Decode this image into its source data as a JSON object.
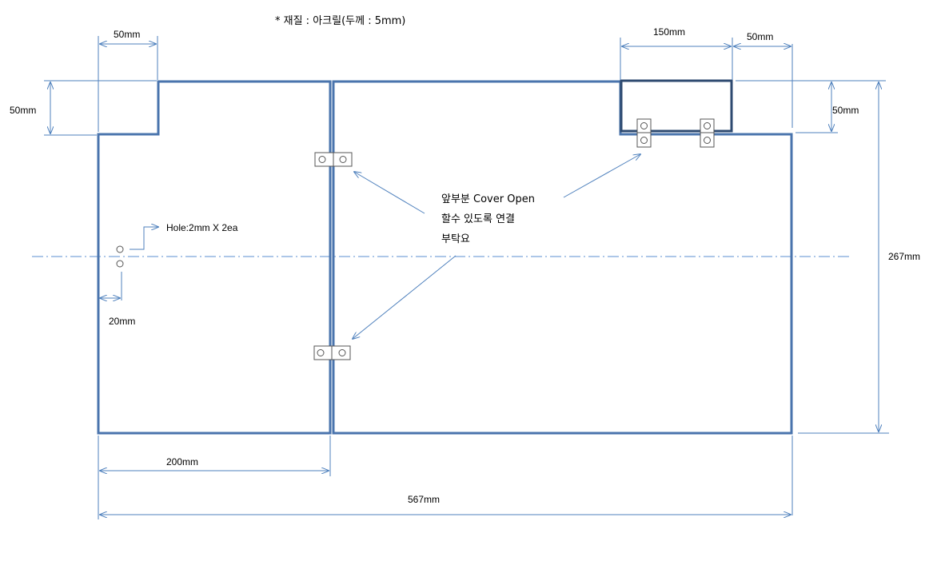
{
  "material_note": "* 재질 : 아크릴(두께 : 5mm)",
  "dimensions": {
    "tab_width_left": "50mm",
    "tab_height_left": "50mm",
    "notch_width": "150mm",
    "tab_width_right": "50mm",
    "notch_height_right": "50mm",
    "total_height": "267mm",
    "left_panel_width": "200mm",
    "total_width": "567mm",
    "hole_offset": "20mm"
  },
  "hole_label": "Hole:2mm X 2ea",
  "hinge_note": [
    "앞부분 Cover Open",
    "할수 있도록 연결",
    "부탁요"
  ],
  "colors": {
    "outline": "#4a74ad",
    "dimension": "#4f81bd",
    "cover_outline": "#2e4a70"
  }
}
